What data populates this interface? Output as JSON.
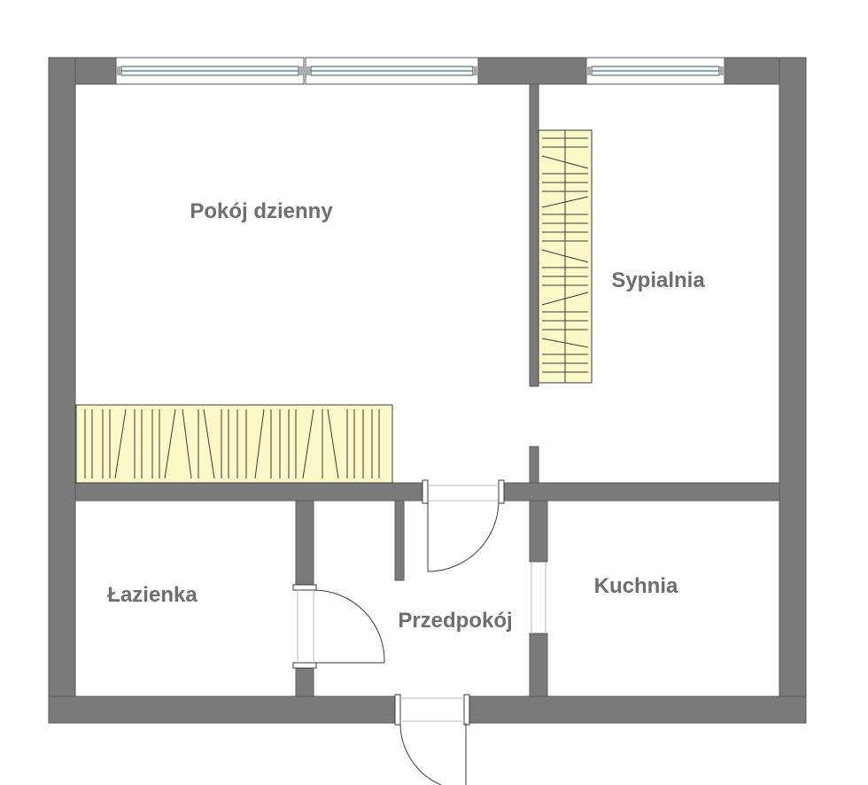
{
  "floorplan": {
    "rooms": {
      "living_room": "Pokój dzienny",
      "bedroom": "Sypialnia",
      "bathroom": "Łazienka",
      "hallway": "Przedpokój",
      "kitchen": "Kuchnia"
    },
    "colors": {
      "wall": "#7a7a7a",
      "wardrobe_fill": "#fafac8",
      "window_glass": "#eaf6fa",
      "line": "#3a3a3a"
    }
  }
}
